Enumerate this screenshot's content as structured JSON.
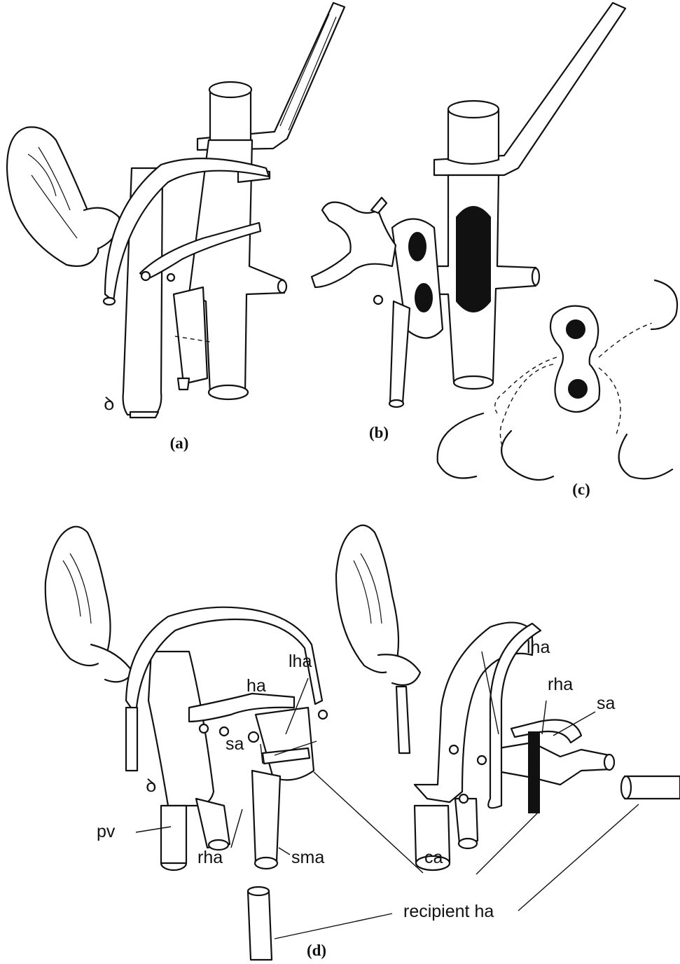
{
  "panels": {
    "a": {
      "caption": "(a)"
    },
    "b": {
      "caption": "(b)"
    },
    "c": {
      "caption": "(c)"
    },
    "d": {
      "caption": "(d)"
    }
  },
  "labels": {
    "lha_left": "lha",
    "ha": "ha",
    "sa_left": "sa",
    "pv": "pv",
    "rha_left": "rha",
    "sma": "sma",
    "lha_right": "lha",
    "rha_right": "rha",
    "sa_right": "sa",
    "ca": "ca",
    "recipient_ha": "recipient ha"
  },
  "colors": {
    "ink": "#111111",
    "paper": "#ffffff"
  }
}
